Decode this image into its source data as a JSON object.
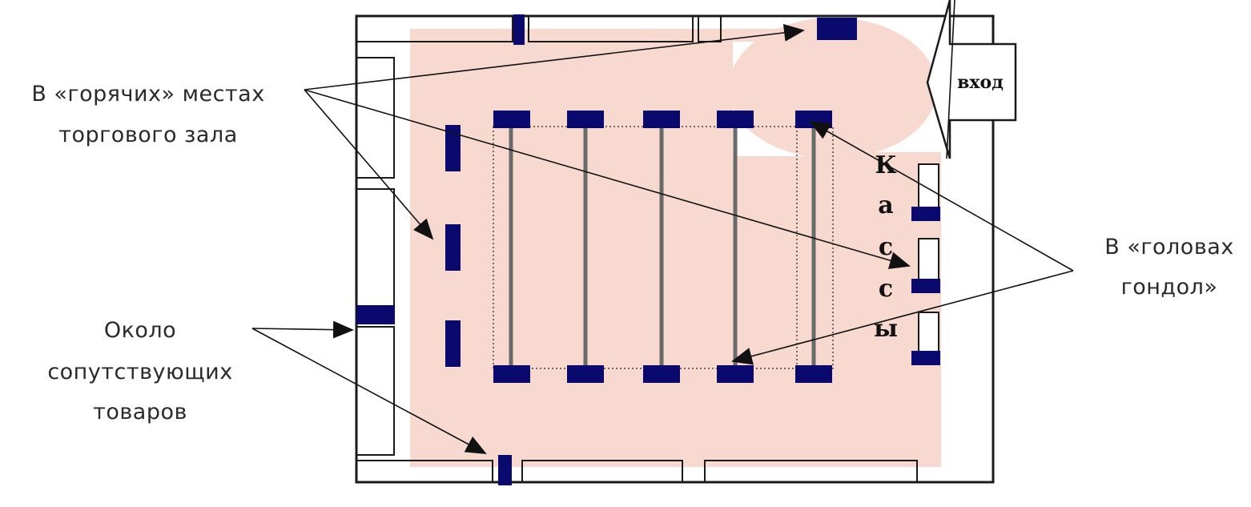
{
  "labels": {
    "hot_spots": [
      "В «горячих» местах",
      "торгового зала"
    ],
    "gondola_heads": [
      "В «головах",
      "гондол»"
    ],
    "related_goods": [
      "Около",
      "сопутствующих",
      "товаров"
    ]
  },
  "entrance": {
    "text": "вход"
  },
  "checkout": {
    "letters": [
      "К",
      "а",
      "с",
      "с",
      "ы"
    ]
  },
  "colors": {
    "display_block": "#0a0a6e",
    "hot_zone": "#f7d9d0",
    "outline": "#1a1a1a",
    "shelf": "#6a6a6a"
  }
}
